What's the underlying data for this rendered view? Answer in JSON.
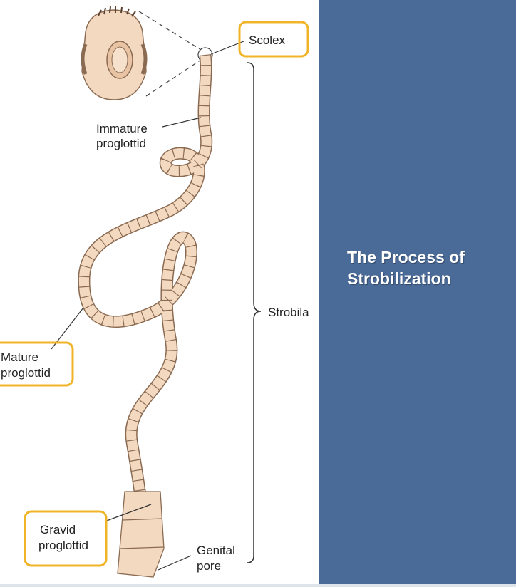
{
  "slide": {
    "title_line1": "The Process of",
    "title_line2": "Strobilization"
  },
  "figure": {
    "labels": {
      "scolex": "Scolex",
      "immature_1": "Immature",
      "immature_2": "proglottid",
      "mature_1": "Mature",
      "mature_2": "proglottid",
      "gravid_1": "Gravid",
      "gravid_2": "proglottid",
      "genital_1": "Genital",
      "genital_2": "pore",
      "strobila": "Strobila"
    }
  },
  "colors": {
    "slide_background": "#4a6a98",
    "highlight_box": "#f0b429",
    "worm_fill": "#f4d9c1",
    "worm_outline": "#8a6b52"
  }
}
